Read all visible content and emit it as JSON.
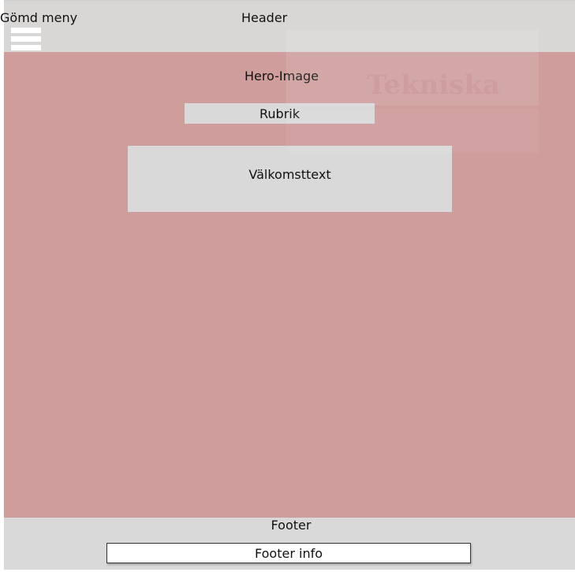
{
  "header": {
    "label": "Header",
    "hidden_menu_label": "Gömd meny",
    "menu_icon": "hamburger-menu-icon"
  },
  "hero": {
    "label": "Hero-Image",
    "heading_label": "Rubrik",
    "welcome_label": "Välkomsttext",
    "background_text": "Tekniska"
  },
  "footer": {
    "label": "Footer",
    "info_label": "Footer info"
  },
  "colors": {
    "header_bg": "#d9d7d6",
    "hero_bg": "#d09d9d",
    "block_bg": "#d9d9d9",
    "footer_bg": "#d9d9d9"
  }
}
